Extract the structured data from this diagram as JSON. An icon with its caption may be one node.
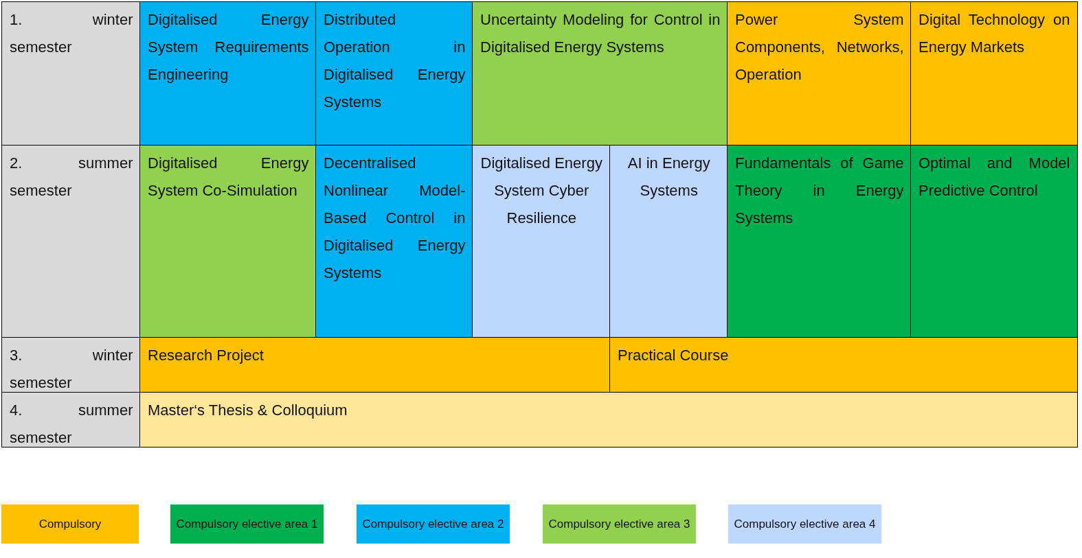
{
  "diagram": {
    "nodes": [
      {
        "text": [
          "1. winter semester"
        ]
      },
      {
        "text": [
          "Digitalised Energy System Requirements Engineering"
        ]
      },
      {
        "text": [
          "Distributed Operation in Digitalised Energy Systems"
        ]
      },
      {
        "text": [
          "Uncertainty Modeling for Control in Digitalised Energy Systems"
        ]
      },
      {
        "text": [
          "Power System Components, Networks, Operation"
        ]
      },
      {
        "text": [
          "Digital Technology on Energy Markets"
        ]
      },
      {
        "text": [
          "2. summer semester"
        ]
      },
      {
        "text": [
          "Digitalised Energy System Co-Simulation"
        ]
      },
      {
        "text": [
          "Decentralised Nonlinear Model-Based Control in Digitalised Energy Systems"
        ]
      },
      {
        "text": [
          "Digitalised Energy System Cyber Resilience"
        ]
      },
      {
        "text": [
          "AI in Energy Systems"
        ]
      },
      {
        "text": [
          "Fundamentals of Game Theory in Energy Systems"
        ]
      },
      {
        "text": [
          "Optimal and Model Predictive Control"
        ]
      },
      {
        "text": [
          "3. winter semester"
        ]
      },
      {
        "text": [
          "Research Project"
        ]
      },
      {
        "text": [
          "Practical Course"
        ]
      },
      {
        "text": [
          "4. summer semester"
        ]
      },
      {
        "text": [
          "Master‘s Thesis & Colloquium"
        ]
      }
    ],
    "legend": [
      {
        "text": "Compulsory",
        "color": "#ffc000"
      },
      {
        "text": "Compulsory elective area 1",
        "color": "#00b050"
      },
      {
        "text": "Compulsory elective area 2",
        "color": "#00b0f0"
      },
      {
        "text": "Compulsory elective area 3",
        "color": "#92d050"
      },
      {
        "text": "Compulsory elective area 4",
        "color": "#bdd7ff"
      }
    ]
  }
}
